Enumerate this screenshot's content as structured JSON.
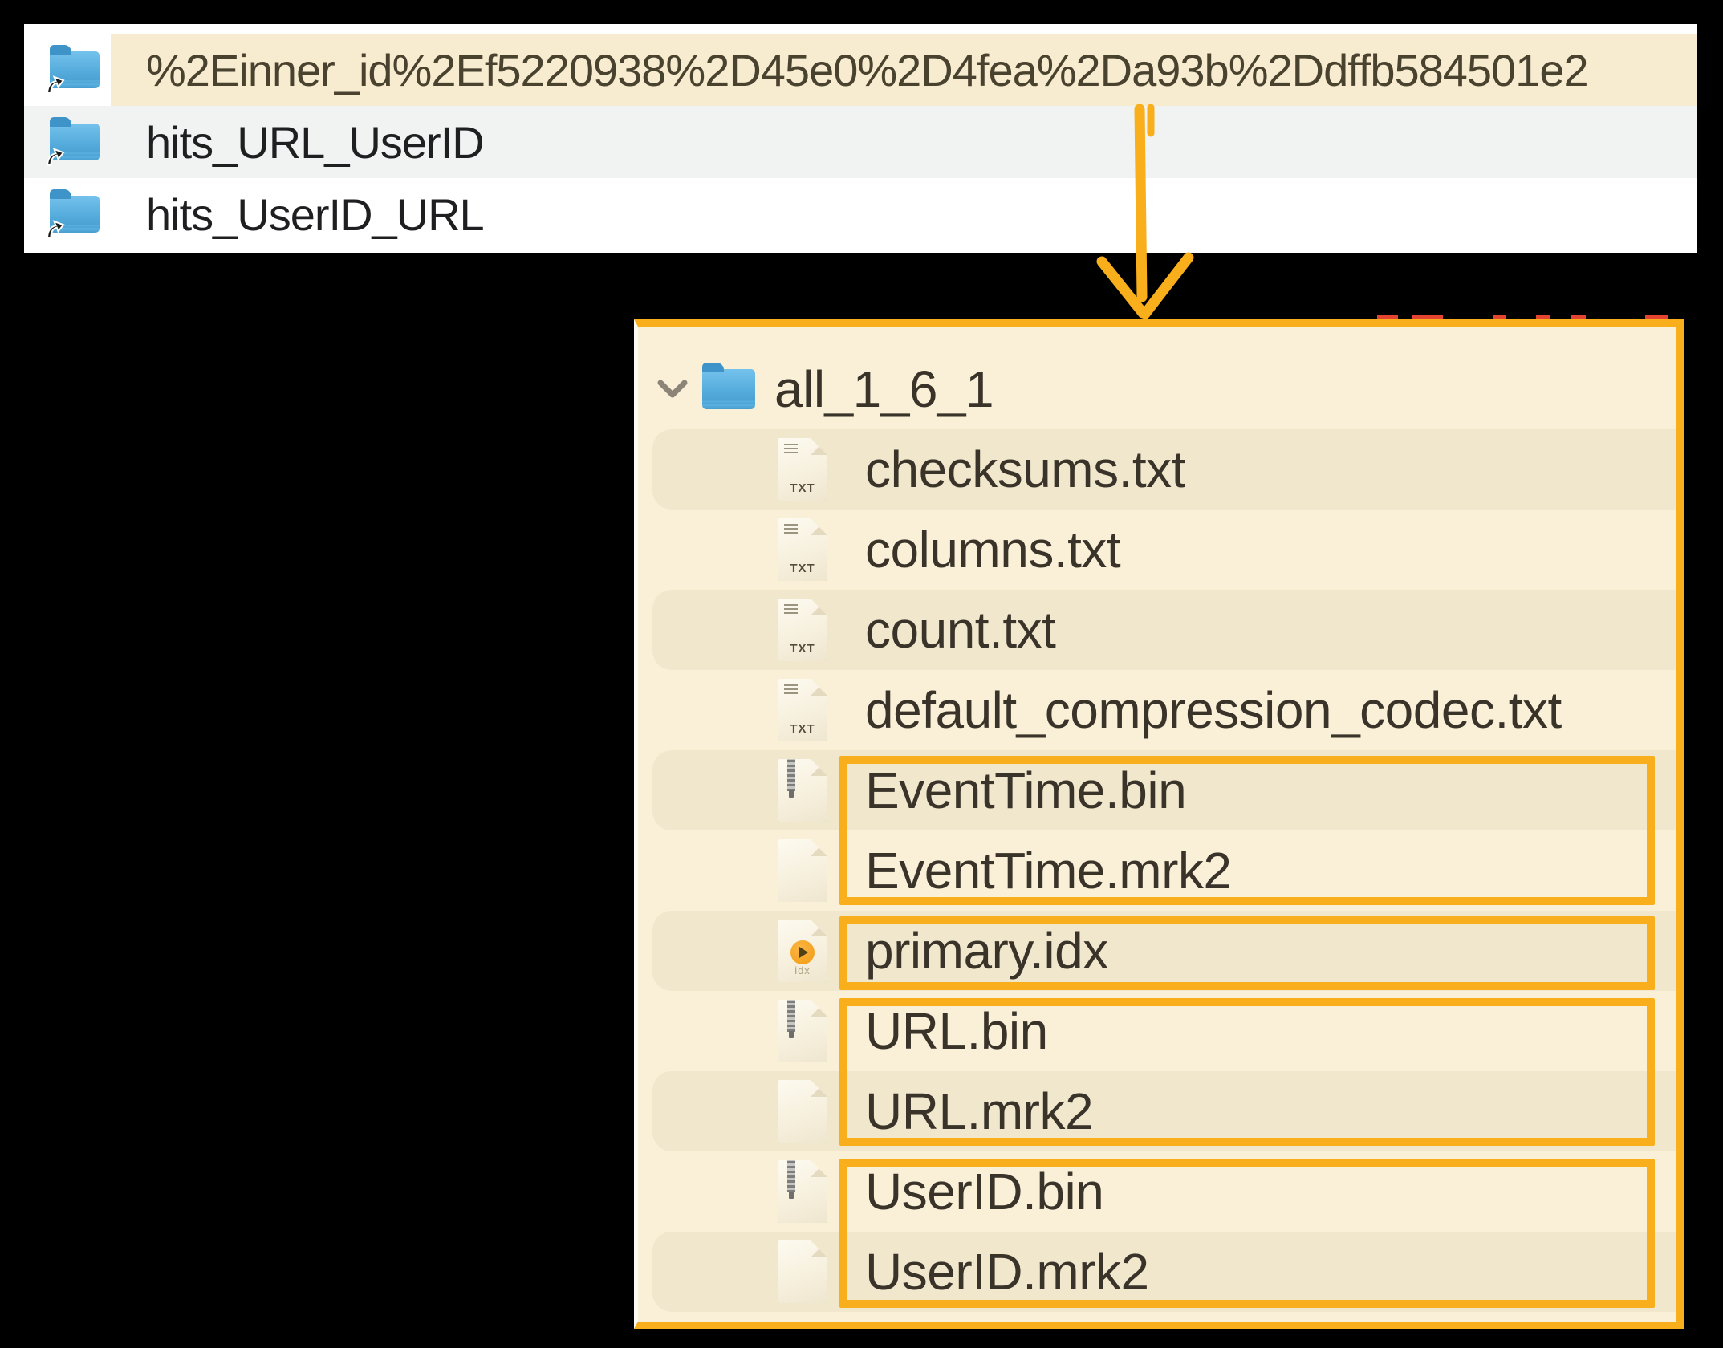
{
  "top_panel": {
    "rows": [
      {
        "label": "%2Einner_id%2Ef5220938%2D45e0%2D4fea%2Da93b%2Ddffb584501e2",
        "highlighted": true
      },
      {
        "label": "hits_URL_UserID",
        "highlighted": false
      },
      {
        "label": "hits_UserID_URL",
        "highlighted": false
      }
    ]
  },
  "tree": {
    "rows": [
      {
        "type": "folder",
        "label": "all_1_6_1",
        "expanded": true
      },
      {
        "type": "txt",
        "label": "checksums.txt"
      },
      {
        "type": "txt",
        "label": "columns.txt"
      },
      {
        "type": "txt",
        "label": "count.txt"
      },
      {
        "type": "txt",
        "label": "default_compression_codec.txt"
      },
      {
        "type": "bin",
        "label": "EventTime.bin"
      },
      {
        "type": "mrk",
        "label": "EventTime.mrk2"
      },
      {
        "type": "idx",
        "label": "primary.idx"
      },
      {
        "type": "bin",
        "label": "URL.bin"
      },
      {
        "type": "mrk",
        "label": "URL.mrk2"
      },
      {
        "type": "bin",
        "label": "UserID.bin"
      },
      {
        "type": "mrk",
        "label": "UserID.mrk2"
      }
    ]
  },
  "icons": {
    "txt_label": "TXT",
    "idx_label": "idx",
    "chevron": "chevron-down-icon",
    "alias_badge": "alias-arrow-icon"
  },
  "annotations": {
    "highlight_groups": [
      "EventTime.bin + EventTime.mrk2",
      "primary.idx",
      "URL.bin + URL.mrk2",
      "UserID.bin + UserID.mrk2"
    ],
    "arrow": "from .inner_id folder row down to part contents panel"
  },
  "colors": {
    "accent_orange": "#F9AE1C",
    "red_dash": "#E2442F",
    "row_highlight": "#F8ECD0",
    "panel_cream": "#FAF0D8",
    "band_cream": "#F0E7CC",
    "gray_row": "#F0F3F2",
    "folder_blue": "#55ACDC"
  }
}
